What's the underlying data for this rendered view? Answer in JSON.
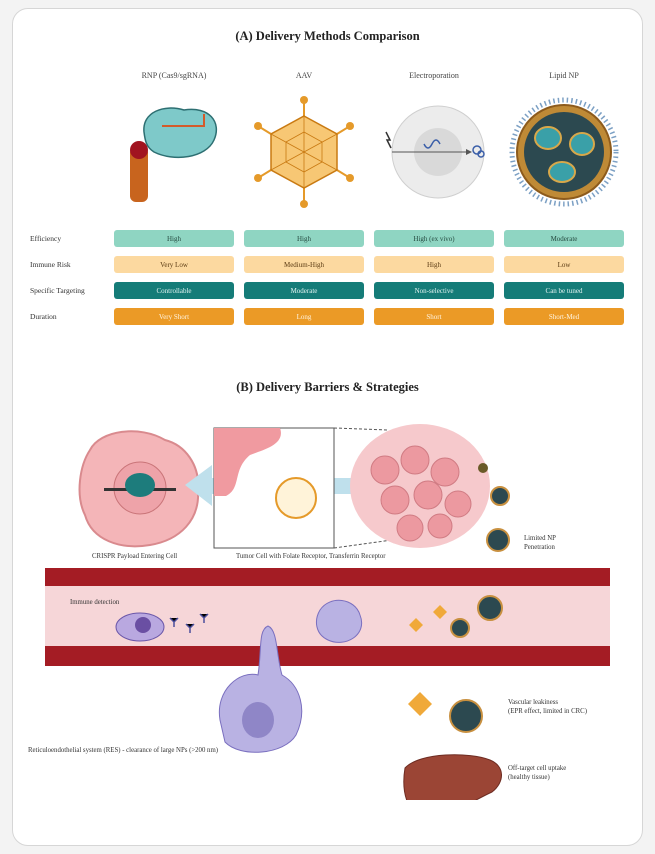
{
  "sectionA": {
    "title": "(A)   Delivery Methods Comparison",
    "columns": [
      "RNP (Cas9/sgRNA)",
      "AAV",
      "Electroporation",
      "Lipid NP"
    ],
    "rows": [
      {
        "label": "Efficiency",
        "values": [
          "High",
          "High",
          "High (ex vivo)",
          "Moderate"
        ],
        "bg": "#8fd5c2",
        "fg": "#24493f"
      },
      {
        "label": "Immune Risk",
        "values": [
          "Very Low",
          "Medium-High",
          "High",
          "Low"
        ],
        "bg": "#fcd9a0",
        "fg": "#5a3a12"
      },
      {
        "label": "Specific Targeting",
        "values": [
          "Controllable",
          "Moderate",
          "Non-selective",
          "Can be tuned"
        ],
        "bg": "#157c78",
        "fg": "#e3f4f2"
      },
      {
        "label": "Duration",
        "values": [
          "Very Short",
          "Long",
          "Short",
          "Short-Med"
        ],
        "bg": "#eb9a26",
        "fg": "#fff4e0"
      }
    ]
  },
  "sectionB": {
    "title": "(B)   Delivery Barriers & Strategies",
    "labels": {
      "crispr_payload": "CRISPR Payload Entering Cell",
      "tumor_cell": "Tumor Cell with Folate Receptor, Transferrin Receptor",
      "limited_np": "Limited NP\nPenetration",
      "immune_detection": "Immune detection",
      "vascular": "Vascular leakiness\n(EPR effect, limited in CRC)",
      "res": "Reticuloendothelial system (RES)   - clearance of large NPs (>200 nm)",
      "off_target": "Off-target cell uptake\n(healthy tissue)"
    }
  },
  "colors": {
    "teal": "#157c78",
    "mint": "#8fd5c2",
    "peach": "#fcd9a0",
    "orange": "#eb9a26",
    "vessel": "#a41c24",
    "lumen": "#f6d6d8"
  }
}
